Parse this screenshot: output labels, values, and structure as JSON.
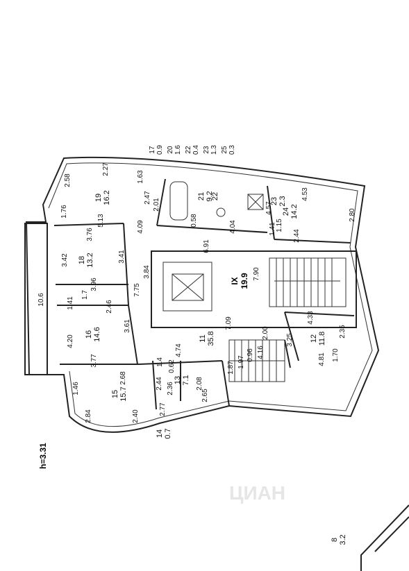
{
  "plan": {
    "ceiling_height": "h=3.31",
    "watermark": "ЦИАН",
    "stair_label": "IX",
    "stair_area": "19.9",
    "rooms": [
      {
        "id": "19",
        "area": "16.2"
      },
      {
        "id": "18",
        "area": "13.2"
      },
      {
        "id": "16",
        "area": "14.6"
      },
      {
        "id": "15",
        "area": "15.7"
      },
      {
        "id": "13",
        "area": "7.1"
      },
      {
        "id": "11",
        "area": "35.8"
      },
      {
        "id": "12",
        "area": "11.8"
      },
      {
        "id": "24",
        "area": "14.2"
      },
      {
        "id": "21",
        "area": "9.2"
      },
      {
        "id": "22",
        "area": ""
      },
      {
        "id": "23",
        "area": "2.3"
      },
      {
        "id": "14",
        "area": "0.7"
      },
      {
        "id": "8",
        "area": "3.2"
      }
    ],
    "legend_small": [
      {
        "id": "17",
        "area": "0.9"
      },
      {
        "id": "20",
        "area": "1.6"
      },
      {
        "id": "22",
        "area": "0.4"
      },
      {
        "id": "23",
        "area": "1.3"
      },
      {
        "id": "25",
        "area": "0.3"
      }
    ],
    "dims": [
      "2.58",
      "2.27",
      "1.63",
      "1.76",
      "2.47",
      "2.01",
      "5.13",
      "3.76",
      "4.09",
      "0.58",
      "4.04",
      "1.41",
      "1.15",
      "3.42",
      "3.41",
      "6.91",
      "7.90",
      "3.96",
      "1.41",
      "1.7",
      "2.46",
      "7.75",
      "3.84",
      "10.6",
      "4.20",
      "3.61",
      "7.09",
      "1.97",
      "4.33",
      "3.77",
      "4.74",
      "1.4",
      "0.62",
      "2.00",
      "3.25",
      "2.35",
      "4.81",
      "2.68",
      "2.44",
      "2.36",
      "2.08",
      "1.87",
      "0.96",
      "4.16",
      "1.70",
      "1.46",
      "2.77",
      "2.65",
      "2.40",
      "2.84",
      "4.57",
      "4.53",
      "2.44",
      "2.80"
    ]
  }
}
